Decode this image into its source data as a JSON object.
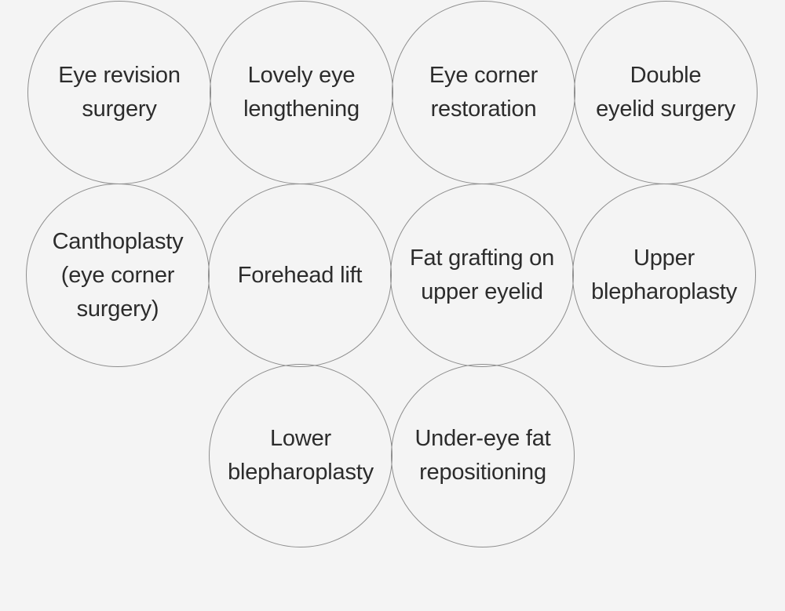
{
  "colors": {
    "background": "#f4f4f4",
    "circle_border": "#8e8e8e",
    "text": "#2c2c2c"
  },
  "circles": [
    {
      "label": "Eye revision\nsurgery"
    },
    {
      "label": "Lovely eye\nlengthening"
    },
    {
      "label": "Eye corner\nrestoration"
    },
    {
      "label": "Double\neyelid surgery"
    },
    {
      "label": "Canthoplasty\n(eye corner\nsurgery)"
    },
    {
      "label": "Forehead lift"
    },
    {
      "label": "Fat grafting on\nupper eyelid"
    },
    {
      "label": "Upper\nblepharoplasty"
    },
    {
      "label": "Lower\nblepharoplasty"
    },
    {
      "label": "Under-eye fat\nrepositioning"
    }
  ]
}
